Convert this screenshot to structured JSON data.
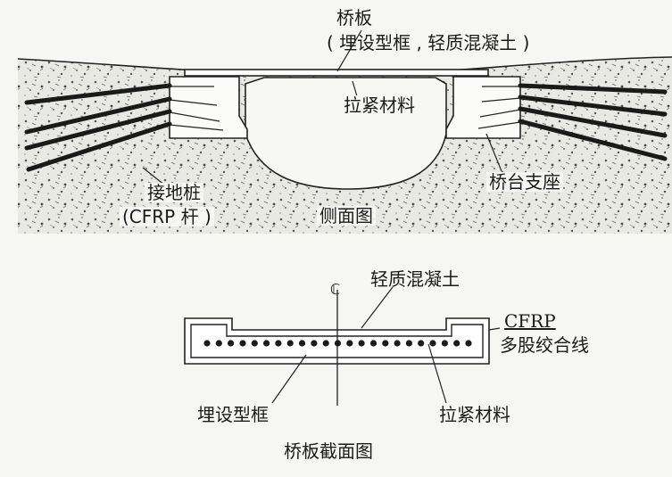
{
  "side_view": {
    "title": "侧面图",
    "labels": {
      "deck": "桥板",
      "deck_spec": "( 埋设型框 , 轻质混凝土 )",
      "tension": "拉紧材料",
      "abutment": "桥台支座",
      "anchor_pile": "接地桩",
      "anchor_pile_spec": "(CFRP 杆 )"
    }
  },
  "cross_section": {
    "title": "桥板截面图",
    "labels": {
      "concrete": "轻质混凝土",
      "cfrp": "CFRP",
      "strand": "多股绞合线",
      "frame": "埋设型框",
      "tension": "拉紧材料",
      "centerline": "ℂ"
    },
    "strand_count": 23
  }
}
